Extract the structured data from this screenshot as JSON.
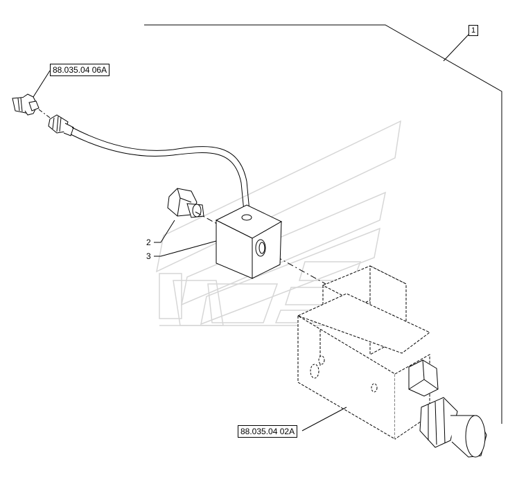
{
  "references": {
    "connector_ref": "88.035.04 06A",
    "valve_ref": "88.035.04 02A"
  },
  "items": {
    "assembly": "1",
    "plug": "2",
    "block": "3"
  },
  "colors": {
    "line": "#000000",
    "watermark": "#d9d9d9",
    "background": "#ffffff"
  }
}
